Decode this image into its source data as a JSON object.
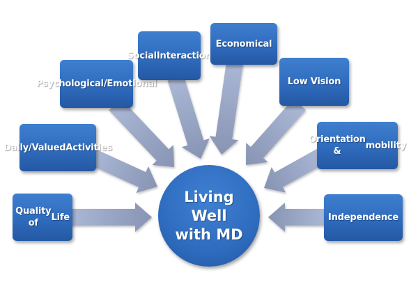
{
  "center": {
    "lines": [
      "Living",
      "Well",
      "with MD"
    ]
  },
  "factors": [
    {
      "id": "quality-of-life",
      "lines": [
        "Quality of",
        "Life"
      ]
    },
    {
      "id": "daily-valued-activities",
      "lines": [
        "Daily/Valued",
        "Activities"
      ]
    },
    {
      "id": "psychological-emotional",
      "lines": [
        "Psychological",
        "/Emotional"
      ]
    },
    {
      "id": "social-interaction",
      "lines": [
        "Social",
        "Interaction"
      ]
    },
    {
      "id": "economical",
      "lines": [
        "Economical"
      ]
    },
    {
      "id": "low-vision",
      "lines": [
        "Low Vision"
      ]
    },
    {
      "id": "orientation-mobility",
      "lines": [
        "Orientation &",
        "mobility"
      ]
    },
    {
      "id": "independence",
      "lines": [
        "Independence"
      ]
    }
  ],
  "colors": {
    "box": "#2f6bbd",
    "arrow_light": "#aab8d6",
    "arrow_dark": "#8794b3",
    "text": "#ffffff"
  }
}
